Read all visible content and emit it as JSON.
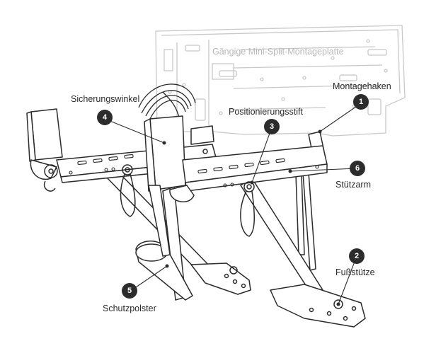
{
  "plate": {
    "title": "Gängige Mini-Split-Montageplatte"
  },
  "callouts": [
    {
      "number": "1",
      "label": "Montagehaken"
    },
    {
      "number": "2",
      "label": "Fußstütze"
    },
    {
      "number": "3",
      "label": "Positionierungsstift"
    },
    {
      "number": "4",
      "label": "Sicherungswinkel"
    },
    {
      "number": "5",
      "label": "Schutzpolster"
    },
    {
      "number": "6",
      "label": "Stützarm"
    }
  ],
  "colors": {
    "line": "#2b2b2b",
    "plate": "#c8c8c8",
    "badge": "#2c2c2c"
  }
}
